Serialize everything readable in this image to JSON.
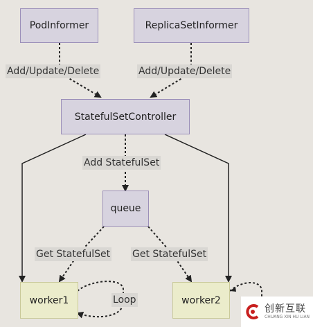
{
  "nodes": {
    "pod_informer": "PodInformer",
    "replicaset_informer": "ReplicaSetInformer",
    "controller": "StatefulSetController",
    "queue": "queue",
    "worker1": "worker1",
    "worker2": "worker2"
  },
  "edge_labels": {
    "pod_to_controller": "Add/Update/Delete",
    "rs_to_controller": "Add/Update/Delete",
    "controller_to_queue": "Add StatefulSet",
    "queue_to_worker1": "Get StatefulSet",
    "queue_to_worker2": "Get StatefulSet",
    "worker1_loop": "Loop"
  },
  "watermark": {
    "name_cn": "创新互联",
    "name_en": "CHUANG XIN HU LIAN"
  }
}
